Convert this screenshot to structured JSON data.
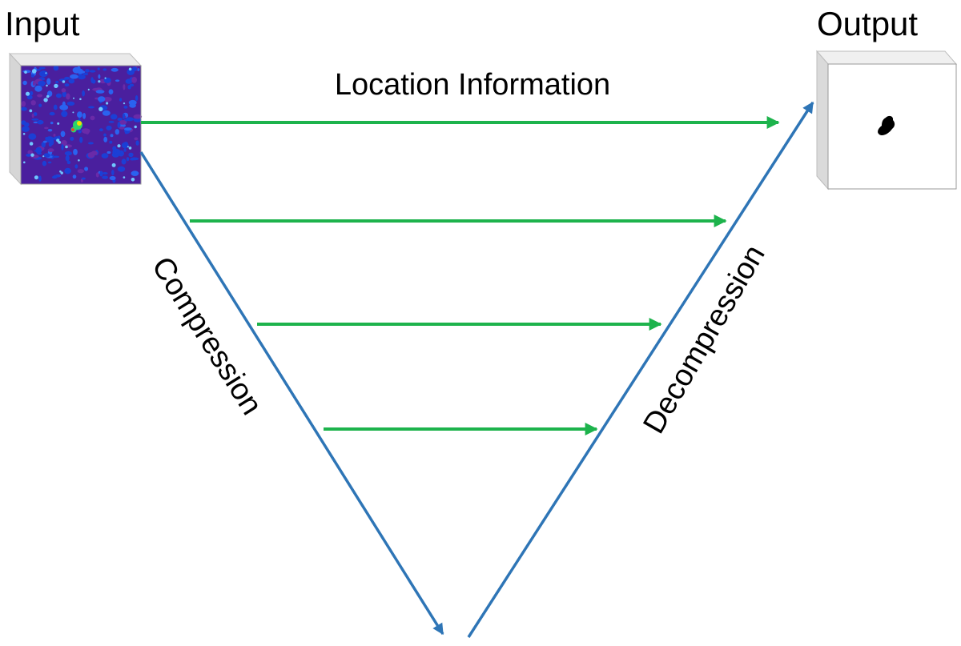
{
  "labels": {
    "input": "Input",
    "output": "Output",
    "location_information": "Location Information",
    "compression": "Compression",
    "decompression": "Decompression"
  },
  "colors": {
    "skip_arrow": "#1db34c",
    "path_arrow": "#2e75b6",
    "background": "#ffffff",
    "input_image_base": "#4a1f9e",
    "output_image_base": "#ffffff"
  },
  "nodes": [
    {
      "id": "input-image",
      "label": "Input",
      "icon": "heatmap-image-icon"
    },
    {
      "id": "output-image",
      "label": "Output",
      "icon": "segmentation-mask-icon"
    }
  ],
  "edges": [
    {
      "id": "compression-path",
      "label": "Compression",
      "kind": "blue"
    },
    {
      "id": "decompression-path",
      "label": "Decompression",
      "kind": "blue"
    },
    {
      "id": "skip-connection-1",
      "label": "Location Information",
      "kind": "green"
    },
    {
      "id": "skip-connection-2",
      "label": "",
      "kind": "green"
    },
    {
      "id": "skip-connection-3",
      "label": "",
      "kind": "green"
    },
    {
      "id": "skip-connection-4",
      "label": "",
      "kind": "green"
    }
  ]
}
